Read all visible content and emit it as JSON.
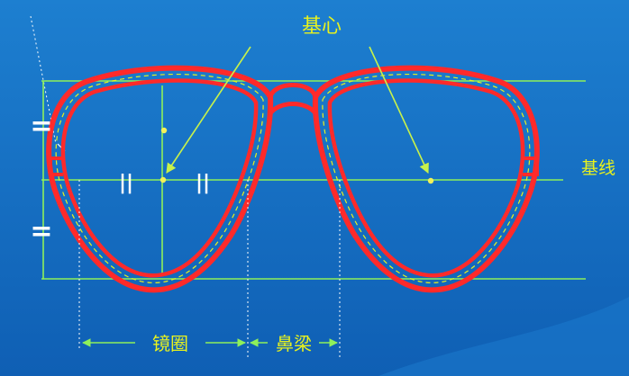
{
  "diagram": {
    "labels": {
      "base_center": "基心",
      "base_line": "基线",
      "lens_rim": "镜圈",
      "bridge": "鼻梁"
    },
    "equal_marks": {
      "horizontal": "=",
      "vertical": "||"
    },
    "colors": {
      "background_top": "#1d7fd0",
      "background_bottom": "#0f5fb4",
      "frame": "#ff2a2a",
      "guide_lines": "#8ef05a",
      "label_text": "#e8f21e",
      "dot": "#f2f05a",
      "marks": "#ffffff"
    }
  }
}
